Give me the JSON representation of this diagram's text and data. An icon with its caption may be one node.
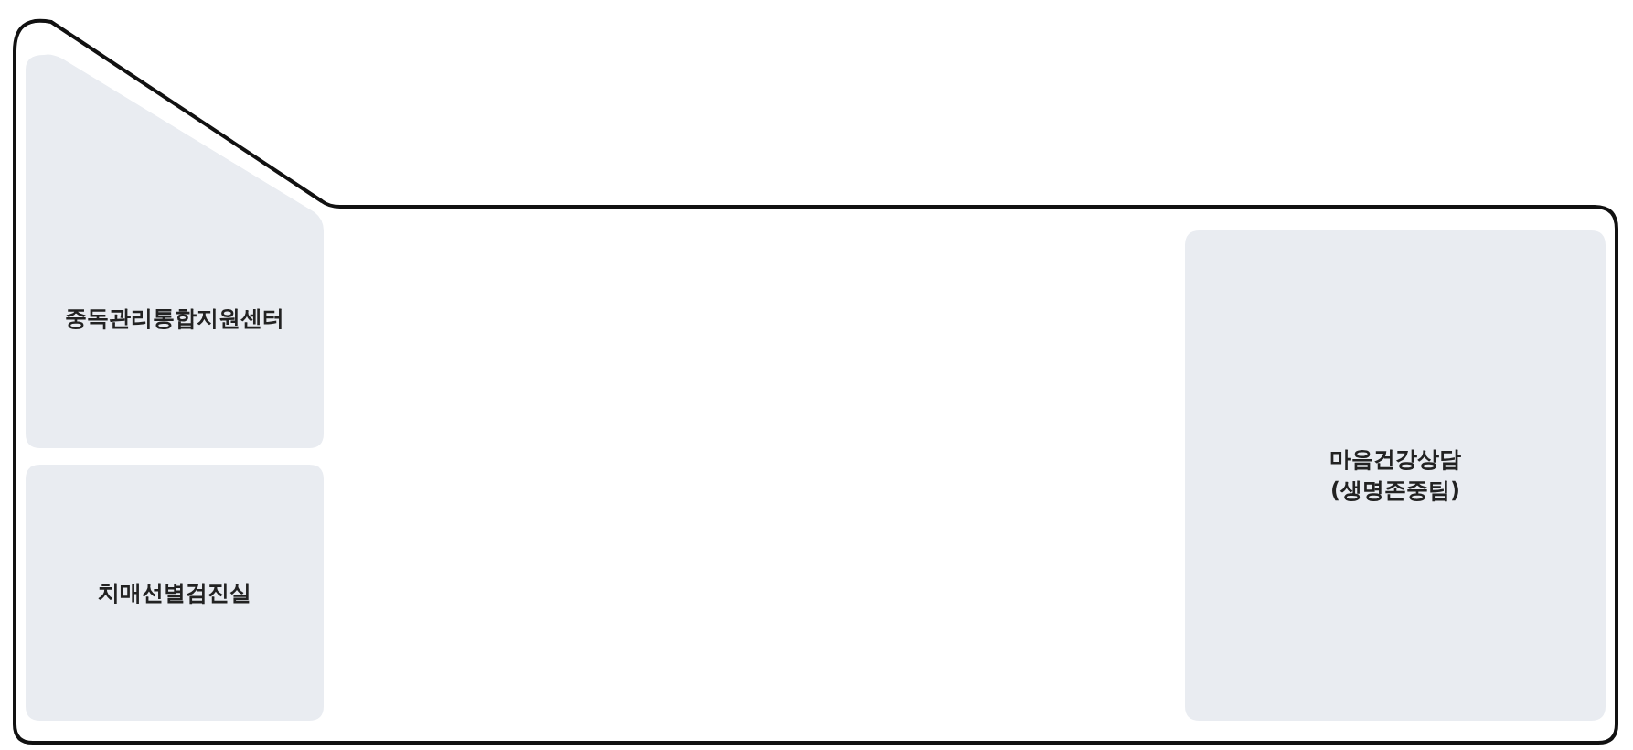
{
  "diagram": {
    "nodes": [
      {
        "text": [
          "중독관리통합지원센터"
        ]
      },
      {
        "text": [
          "치매선별검진실"
        ]
      },
      {
        "text": [
          "마음건강상담 (생명존중팀)"
        ]
      }
    ]
  }
}
